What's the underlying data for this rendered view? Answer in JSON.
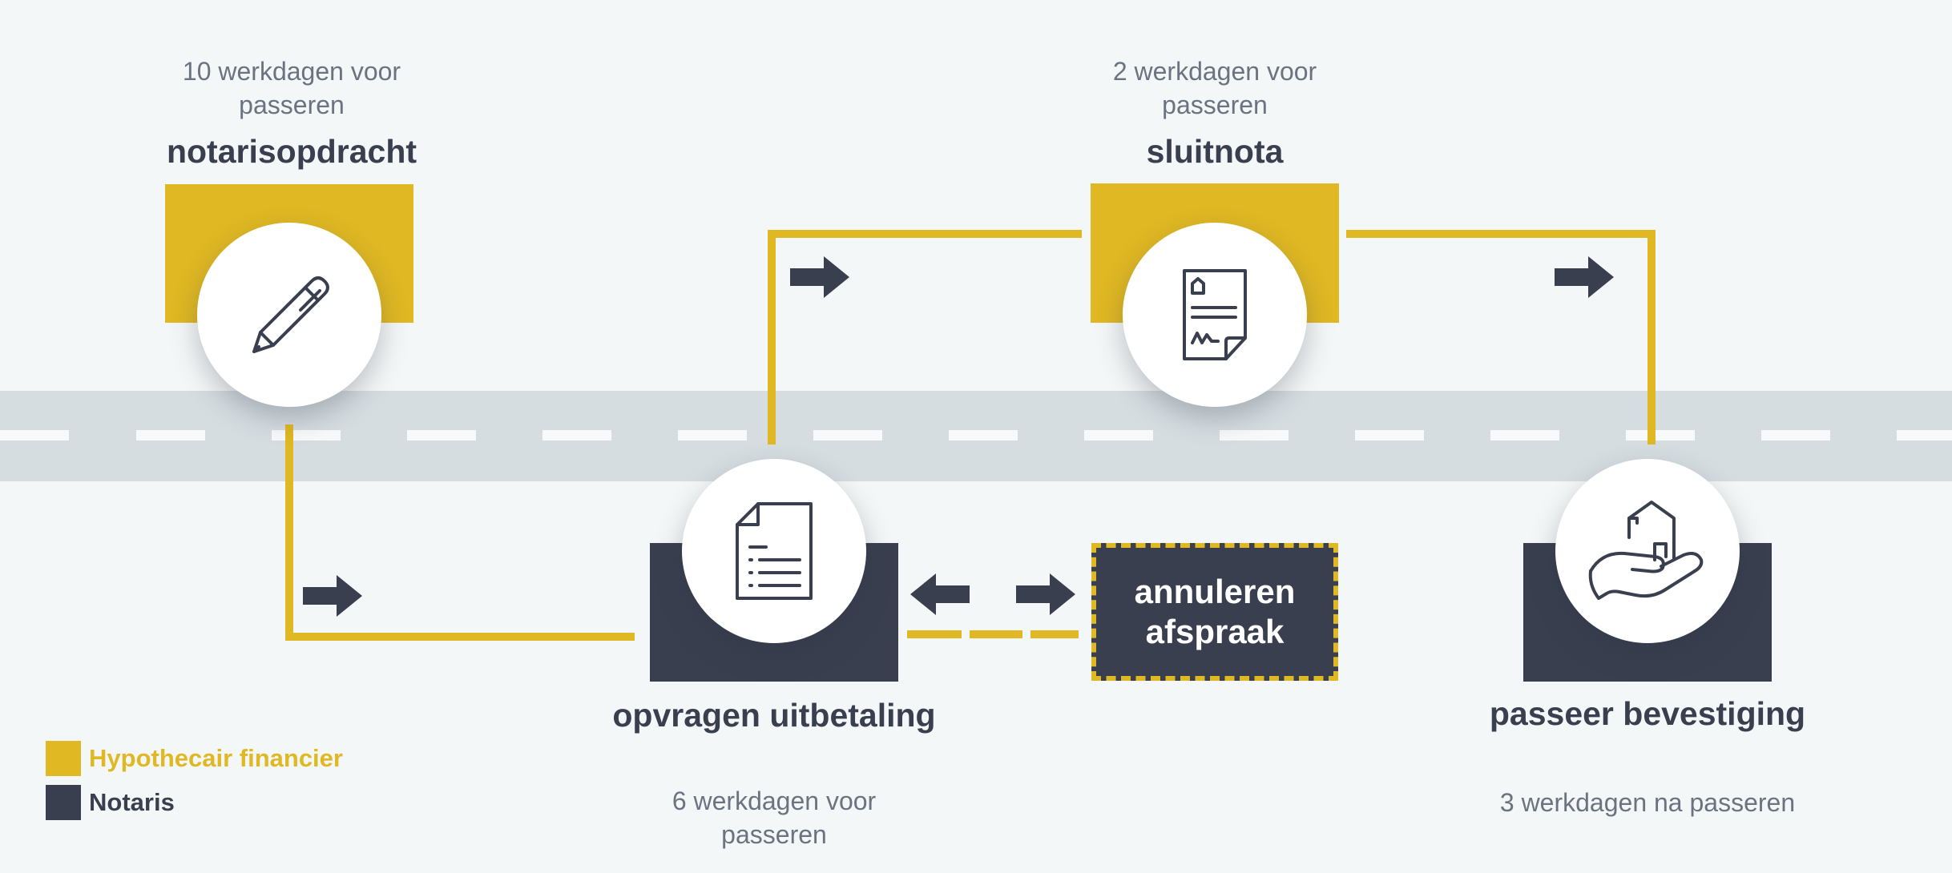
{
  "colors": {
    "financier": "#e0b823",
    "notaris": "#3a3f4f",
    "road": "#d6dde1",
    "background": "#f4f7f7"
  },
  "steps": [
    {
      "title": "notarisopdracht",
      "timing": "10 werkdagen voor passeren",
      "actor": "Hypothecair financier",
      "icon": "pen-icon"
    },
    {
      "title": "opvragen uitbetaling",
      "timing": "6 werkdagen voor passeren",
      "actor": "Notaris",
      "icon": "document-list-icon"
    },
    {
      "title": "sluitnota",
      "timing": "2 werkdagen voor passeren",
      "actor": "Hypothecair financier",
      "icon": "signed-document-icon"
    },
    {
      "title": "passeer bevestiging",
      "timing": "3 werkdagen na passeren",
      "actor": "Notaris",
      "icon": "hand-house-icon"
    }
  ],
  "cancel_box": {
    "line1": "annuleren",
    "line2": "afspraak"
  },
  "legend": [
    {
      "label": "Hypothecair financier",
      "color": "#e0b823"
    },
    {
      "label": "Notaris",
      "color": "#3a3f4f"
    }
  ]
}
